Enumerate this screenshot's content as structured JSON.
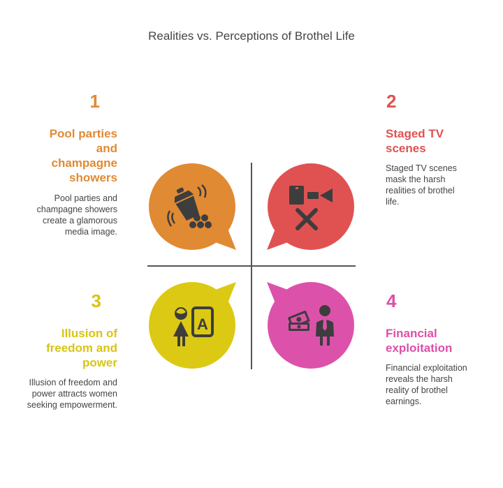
{
  "title": "Realities vs. Perceptions of Brothel Life",
  "colors": {
    "orange": "#e08a34",
    "red": "#e05252",
    "yellow": "#dcc914",
    "pink": "#dc52aa",
    "divider": "#555555",
    "icon": "#3d3d3d"
  },
  "items": [
    {
      "number": "1",
      "heading": "Pool parties and champagne showers",
      "description": "Pool parties and champagne showers create a glamorous media image.",
      "icon": "cocktail-shaker-icon"
    },
    {
      "number": "2",
      "heading": "Staged TV scenes",
      "description": "Staged TV scenes mask the harsh realities of brothel life.",
      "icon": "no-camera-icon"
    },
    {
      "number": "3",
      "heading": "Illusion of freedom and power",
      "description": "Illusion of freedom and power attracts women seeking empowerment.",
      "icon": "woman-grade-icon"
    },
    {
      "number": "4",
      "heading": "Financial exploitation",
      "description": "Financial exploitation reveals the harsh reality of brothel earnings.",
      "icon": "money-businessman-icon"
    }
  ]
}
